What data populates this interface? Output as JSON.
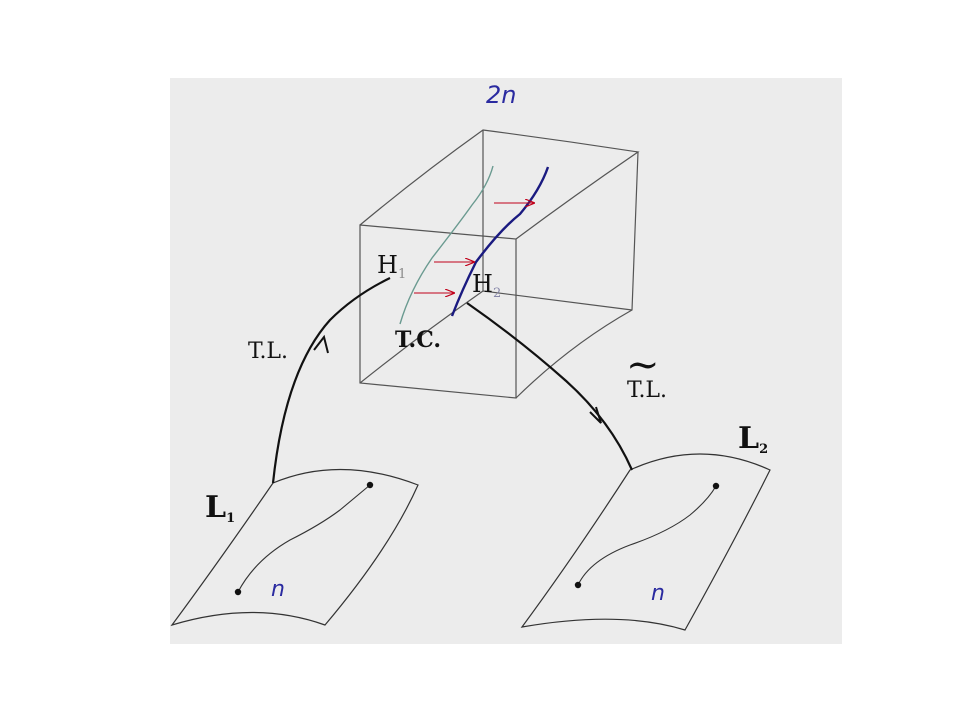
{
  "labels": {
    "dim_top": "2n",
    "h1": "H",
    "h1_sub": "1",
    "h2": "H",
    "h2_sub": "2",
    "tc": "T.C.",
    "tl_left": "T.L.",
    "tl_right_tilde": "~",
    "tl_right": "T.L.",
    "l1": "L",
    "l1_sub": "1",
    "l2": "L",
    "l2_sub": "2",
    "n_left": "n",
    "n_right": "n"
  },
  "colors": {
    "background": "#ececec",
    "line": "#555555",
    "curve": "#111111",
    "blue": "#1a1a80",
    "dim_blue": "#2a2aa0",
    "red": "#c0001a",
    "teal": "#6a9a90",
    "sub_gray": "#8888aa"
  }
}
